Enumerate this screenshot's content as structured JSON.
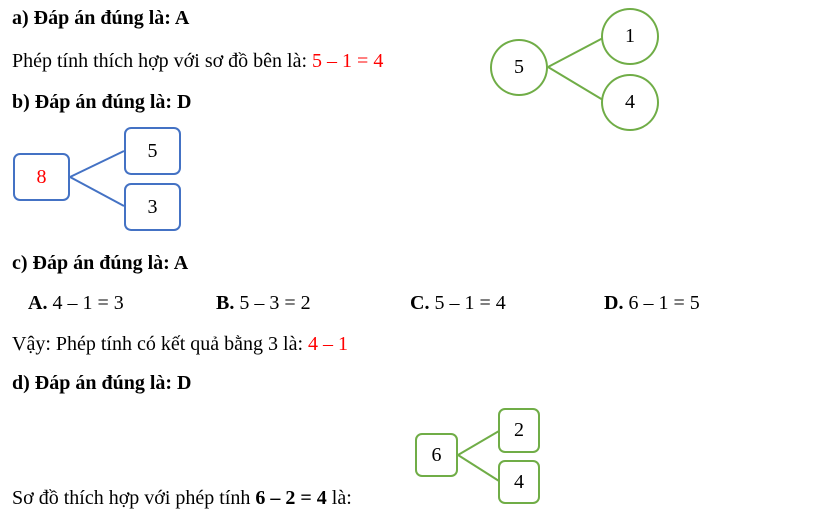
{
  "part_a": {
    "heading": "a) Đáp án đúng là: A",
    "text": "Phép tính thích hợp với sơ đồ bên là: ",
    "answer": "5 – 1 = 4",
    "diagram": {
      "whole": "5",
      "parts": [
        "1",
        "4"
      ]
    }
  },
  "part_b": {
    "heading": "b) Đáp án đúng là: D",
    "diagram": {
      "whole": "8",
      "parts": [
        "5",
        "3"
      ]
    }
  },
  "part_c": {
    "heading": "c) Đáp án đúng là: A",
    "options": [
      {
        "letter": "A.",
        "text": " 4 – 1 = 3"
      },
      {
        "letter": "B.",
        "text": " 5 – 3 = 2"
      },
      {
        "letter": "C.",
        "text": " 5 – 1 = 4"
      },
      {
        "letter": "D.",
        "text": " 6 – 1 = 5"
      }
    ],
    "text": "Vậy: Phép tính có kết quả bằng 3 là: ",
    "answer": "4 – 1"
  },
  "part_d": {
    "heading": "d) Đáp án đúng là: D",
    "text_before": "Sơ đồ thích hợp với phép tính ",
    "expr": "6 – 2 = 4",
    "text_after": " là:",
    "diagram": {
      "whole": "6",
      "parts": [
        "2",
        "4"
      ]
    }
  },
  "colors": {
    "blue": "#4472c4",
    "green": "#70ad47",
    "red": "#ff0000"
  }
}
